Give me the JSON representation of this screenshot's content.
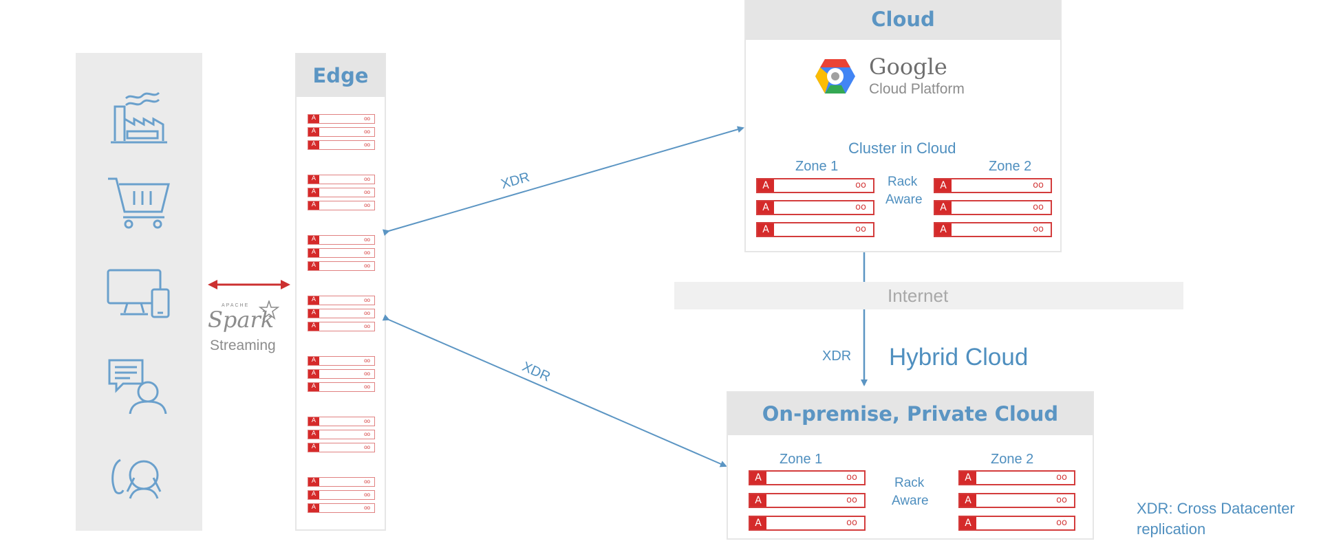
{
  "edge": {
    "title": "Edge",
    "rack_count": 7,
    "servers_per_rack": 3
  },
  "spark": {
    "logo_text": "Spark",
    "apache_text": "APACHE",
    "subtitle": "Streaming"
  },
  "cloud": {
    "title": "Cloud",
    "provider_name": "Google",
    "provider_product": "Cloud Platform",
    "cluster_label": "Cluster in Cloud",
    "zone1": "Zone 1",
    "zone2": "Zone 2",
    "rack_aware_1": "Rack",
    "rack_aware_2": "Aware"
  },
  "internet": {
    "label": "Internet"
  },
  "hybrid": {
    "xdr": "XDR",
    "label": "Hybrid Cloud"
  },
  "onprem": {
    "title": "On-premise, Private Cloud",
    "zone1": "Zone 1",
    "zone2": "Zone 2",
    "rack_aware_1": "Rack",
    "rack_aware_2": "Aware"
  },
  "links": {
    "xdr_top": "XDR",
    "xdr_bottom": "XDR"
  },
  "legend": {
    "line1": "XDR: Cross Datacenter",
    "line2": "replication"
  },
  "server_glyph": {
    "logo": "A",
    "leds": "oo"
  },
  "colors": {
    "accent_blue": "#5b95c3",
    "server_red": "#d52a2a",
    "panel_grey": "#ebebeb"
  },
  "sources": [
    "factory-icon",
    "shopping-cart-icon",
    "devices-icon",
    "chat-person-icon",
    "support-agent-icon"
  ]
}
